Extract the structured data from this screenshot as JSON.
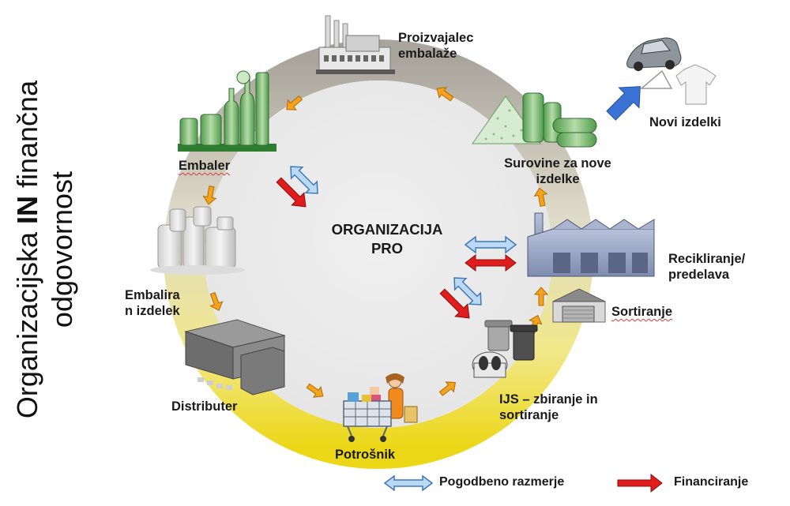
{
  "vertical_title": {
    "line1_before": "Organizacijska ",
    "line1_bold": "IN",
    "line1_after": " finančna",
    "line2": "odgovornost"
  },
  "center": {
    "line1": "ORGANIZACIJA",
    "line2": "PRO"
  },
  "nodes": {
    "proizvajalec": {
      "line1": "Proizvajalec",
      "line2": "embalaže"
    },
    "embaler": {
      "label": "Embaler"
    },
    "embaliran": {
      "line1": "Embalira",
      "line2": "n izdelek"
    },
    "distributer": {
      "label": "Distributer"
    },
    "potrosnik": {
      "label": "Potrošnik"
    },
    "ijs": {
      "line1": "IJS – zbiranje in",
      "line2": "sortiranje"
    },
    "sortiranje": {
      "label": "Sortiranje"
    },
    "recikliranje": {
      "line1": "Recikliranje/",
      "line2": "predelava"
    },
    "surovine": {
      "line1": "Surovine za nove",
      "line2": "izdelke"
    },
    "novi": {
      "label": "Novi izdelki"
    }
  },
  "legend": {
    "exchange_label": "Pogodbeno razmerje",
    "financing_label": "Financiranje"
  },
  "colors": {
    "cycle_arrow": "#f5a31d",
    "exchange_arrow": "#bcd9f4",
    "exchange_outline": "#3d78b8",
    "financing_arrow": "#e11c1c",
    "new_products_arrow": "#3a72d6",
    "ring_top": "#aeaaa2",
    "ring_bottom": "#ecd818"
  }
}
